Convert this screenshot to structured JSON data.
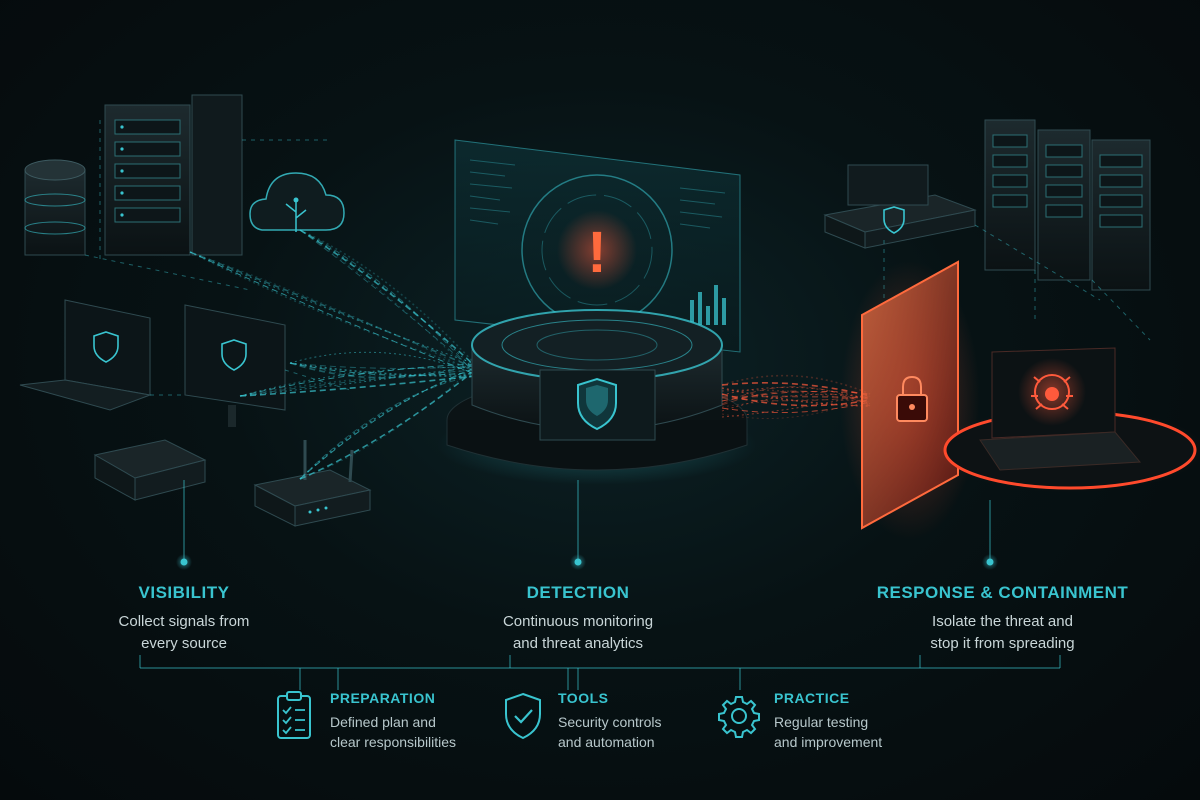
{
  "colors": {
    "accent": "#39c4cf",
    "threat": "#ff5a3c",
    "background": "#071214"
  },
  "stages": {
    "visibility": {
      "title": "VISIBILITY",
      "desc_line1": "Collect signals from",
      "desc_line2": "every source"
    },
    "detection": {
      "title": "DETECTION",
      "desc_line1": "Continuous monitoring",
      "desc_line2": "and threat analytics"
    },
    "response": {
      "title": "RESPONSE & CONTAINMENT",
      "desc_line1": "Isolate the threat and",
      "desc_line2": "stop it from spreading"
    }
  },
  "pillars": {
    "preparation": {
      "title": "PREPARATION",
      "desc_line1": "Defined plan and",
      "desc_line2": "clear responsibilities",
      "icon": "clipboard-checklist-icon"
    },
    "tools": {
      "title": "TOOLS",
      "desc_line1": "Security controls",
      "desc_line2": "and automation",
      "icon": "shield-check-icon"
    },
    "practice": {
      "title": "PRACTICE",
      "desc_line1": "Regular testing",
      "desc_line2": "and improvement",
      "icon": "gear-icon"
    }
  },
  "alert_symbol": "!"
}
